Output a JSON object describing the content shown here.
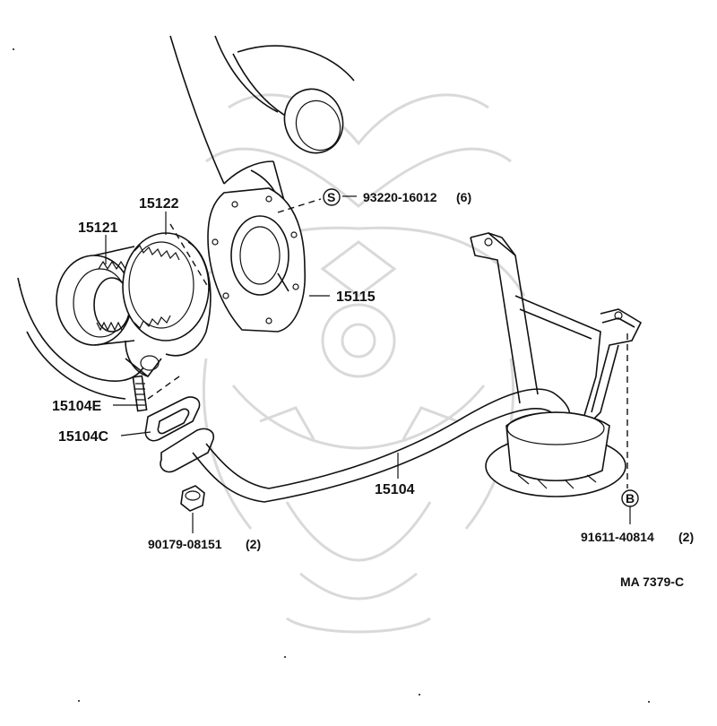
{
  "diagram_ref": "MA 7379-C",
  "callouts": {
    "c15122": "15122",
    "c15121": "15121",
    "c15115": "15115",
    "c15104e": "15104E",
    "c15104c": "15104C",
    "c15104": "15104",
    "c93220": "93220-16012",
    "c93220_qty": "(6)",
    "c93220_marker": "S",
    "c90179": "90179-08151",
    "c90179_qty": "(2)",
    "c91611": "91611-40814",
    "c91611_qty": "(2)",
    "c91611_marker": "B"
  }
}
